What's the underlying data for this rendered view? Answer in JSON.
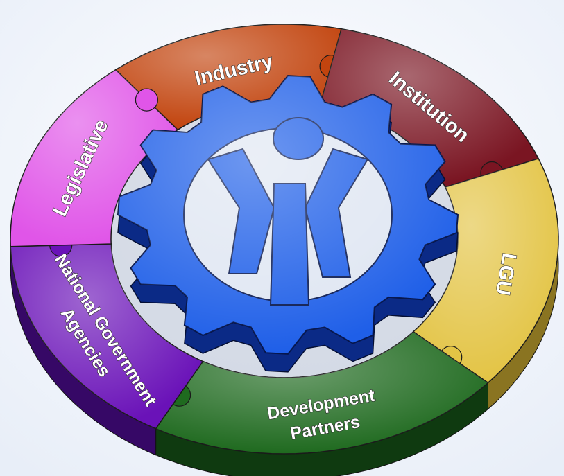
{
  "diagram": {
    "segments": [
      {
        "id": "industry",
        "lines": [
          "Industry"
        ],
        "color": "#c2440e",
        "shade": "#6e2408"
      },
      {
        "id": "institution",
        "lines": [
          "Institution"
        ],
        "color": "#7a1522",
        "shade": "#3f0a12"
      },
      {
        "id": "lgu",
        "lines": [
          "LGU"
        ],
        "color": "#e3c445",
        "shade": "#8a7421"
      },
      {
        "id": "development-partners",
        "lines": [
          "Development",
          "Partners"
        ],
        "color": "#1f6a1f",
        "shade": "#0f3a10"
      },
      {
        "id": "national-government-agencies",
        "lines": [
          "National Government",
          "Agencies"
        ],
        "color": "#6a12b8",
        "shade": "#360866"
      },
      {
        "id": "legislative",
        "lines": [
          "Legislative"
        ],
        "color": "#e055e8",
        "shade": "#8a2a90"
      }
    ],
    "gear": {
      "color": "#1f5fe8",
      "shade": "#0b2a86"
    }
  }
}
